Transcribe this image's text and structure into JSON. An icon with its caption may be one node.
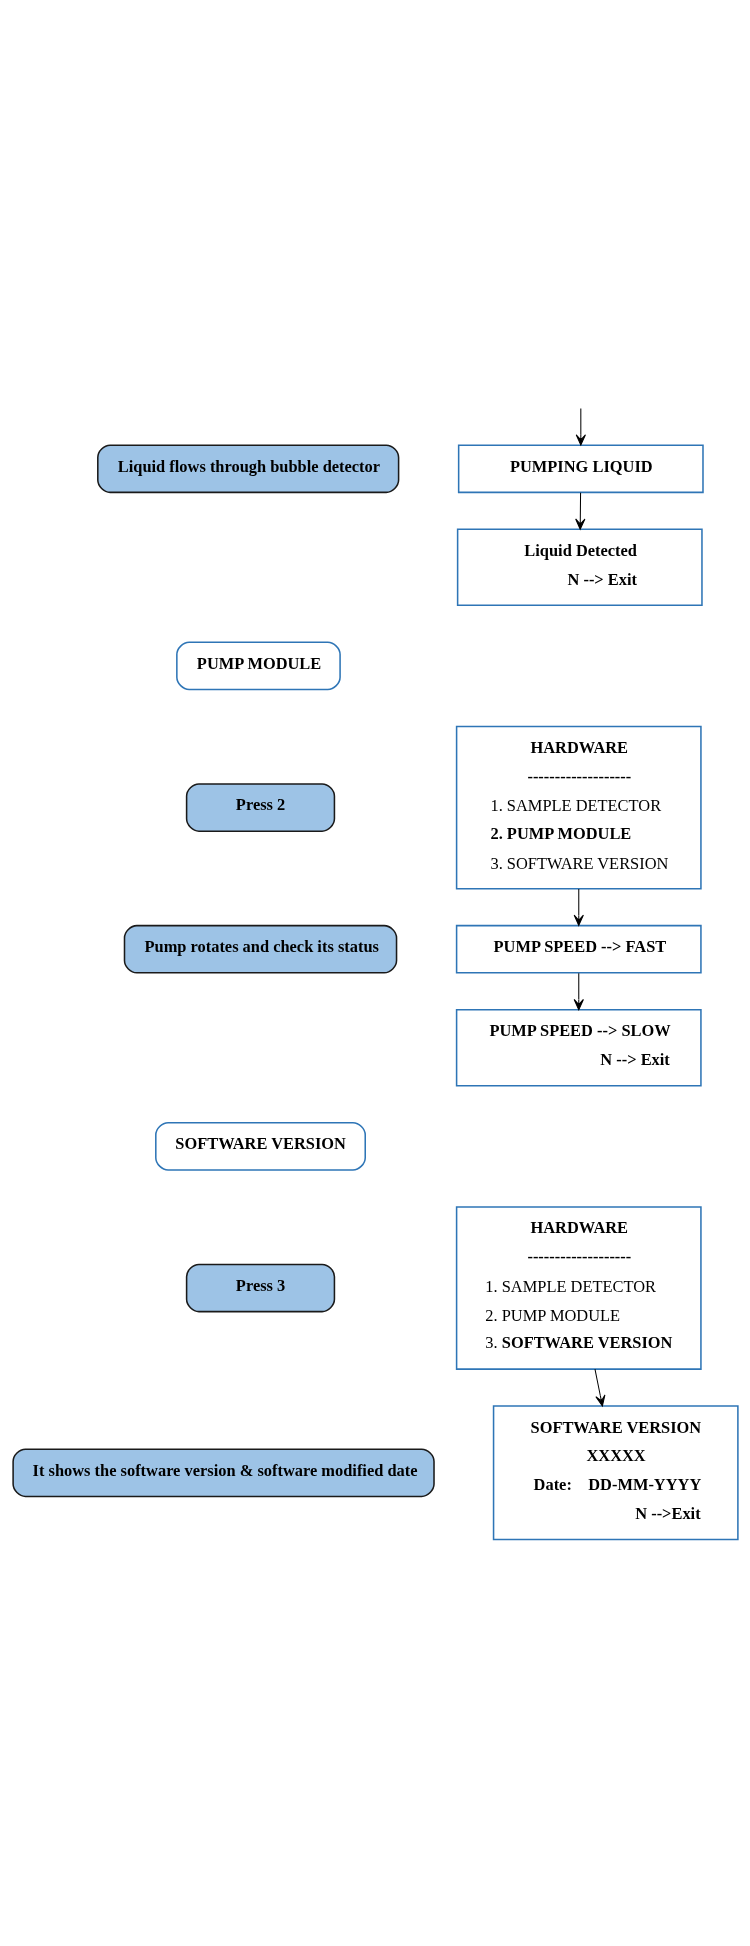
{
  "diagram": {
    "nodes": [
      {
        "text": [
          "PUMPING LIQUID"
        ]
      },
      {
        "text": [
          "Liquid flows through bubble detector"
        ]
      },
      {
        "text": [
          "Liquid Detected",
          "N --> Exit"
        ]
      },
      {
        "text": [
          "PUMP MODULE"
        ]
      },
      {
        "text": [
          "Press 2"
        ]
      },
      {
        "text": [
          "HARDWARE",
          "-------------------",
          "1. SAMPLE DETECTOR",
          "**2. PUMP MODULE**",
          "3. SOFTWARE VERSION"
        ]
      },
      {
        "text": [
          "PUMP SPEED --> FAST"
        ]
      },
      {
        "text": [
          "Pump rotates and check its status"
        ]
      },
      {
        "text": [
          "PUMP SPEED --> SLOW",
          "N --> Exit"
        ]
      },
      {
        "text": [
          "SOFTWARE VERSION"
        ]
      },
      {
        "text": [
          "Press 3"
        ]
      },
      {
        "text": [
          "HARDWARE",
          "-------------------",
          "1. SAMPLE DETECTOR",
          "2. PUMP MODULE",
          "3. **SOFTWARE VERSION**"
        ]
      },
      {
        "text": [
          "It shows the software version & software modified date"
        ]
      },
      {
        "text": [
          "SOFTWARE VERSION",
          "XXXXX",
          "Date:    DD-MM-YYYY",
          "N -->Exit"
        ]
      }
    ],
    "edges": [
      {
        "from": null,
        "to": 0,
        "arrow": "to"
      },
      {
        "from": 0,
        "to": 2,
        "arrow": "to"
      },
      {
        "from": 5,
        "to": 6,
        "arrow": "to"
      },
      {
        "from": 6,
        "to": 8,
        "arrow": "to"
      },
      {
        "from": 11,
        "to": 13,
        "arrow": "to"
      }
    ]
  }
}
